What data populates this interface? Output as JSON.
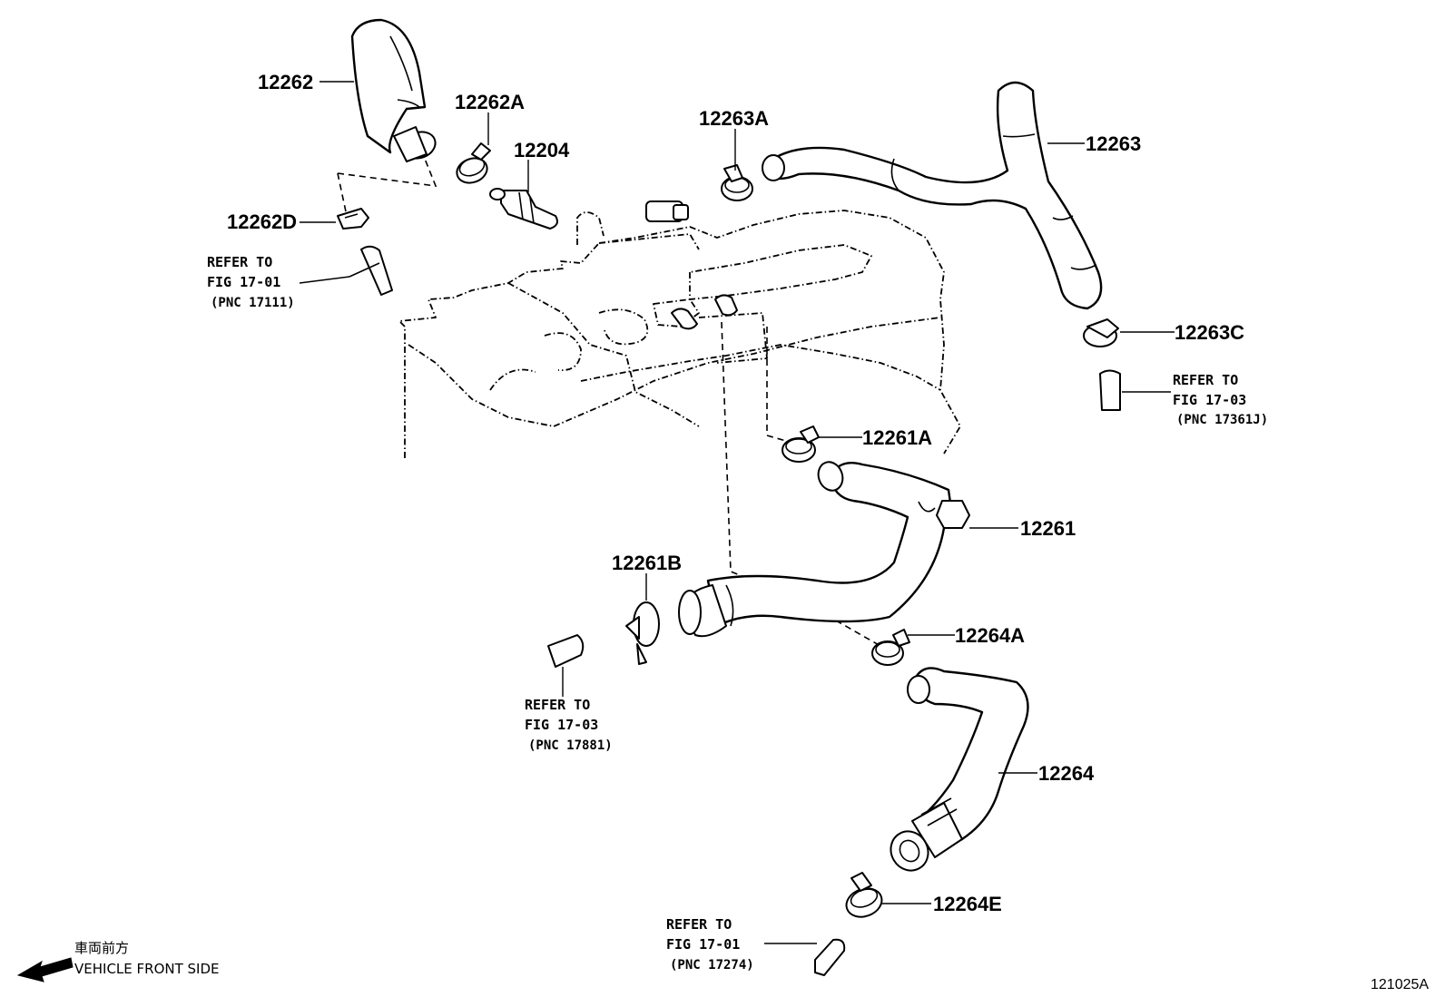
{
  "diagram_id": "121025A",
  "legend": {
    "japanese": "車両前方",
    "english": "VEHICLE FRONT SIDE"
  },
  "part_labels": {
    "p12262": "12262",
    "p12262A": "12262A",
    "p12204": "12204",
    "p12263A": "12263A",
    "p12263": "12263",
    "p12262D": "12262D",
    "p12263C": "12263C",
    "p12261A": "12261A",
    "p12261": "12261",
    "p12261B": "12261B",
    "p12264A": "12264A",
    "p12264": "12264",
    "p12264E": "12264E"
  },
  "references": {
    "ref1": {
      "line1": "REFER TO",
      "line2": "FIG 17-01",
      "pnc": "(PNC 17111)"
    },
    "ref2": {
      "line1": "REFER TO",
      "line2": "FIG 17-03",
      "pnc": "(PNC 17361J)"
    },
    "ref3": {
      "line1": "REFER TO",
      "line2": "FIG 17-03",
      "pnc": "(PNC 17881)"
    },
    "ref4": {
      "line1": "REFER TO",
      "line2": "FIG 17-01",
      "pnc": "(PNC 17274)"
    }
  }
}
